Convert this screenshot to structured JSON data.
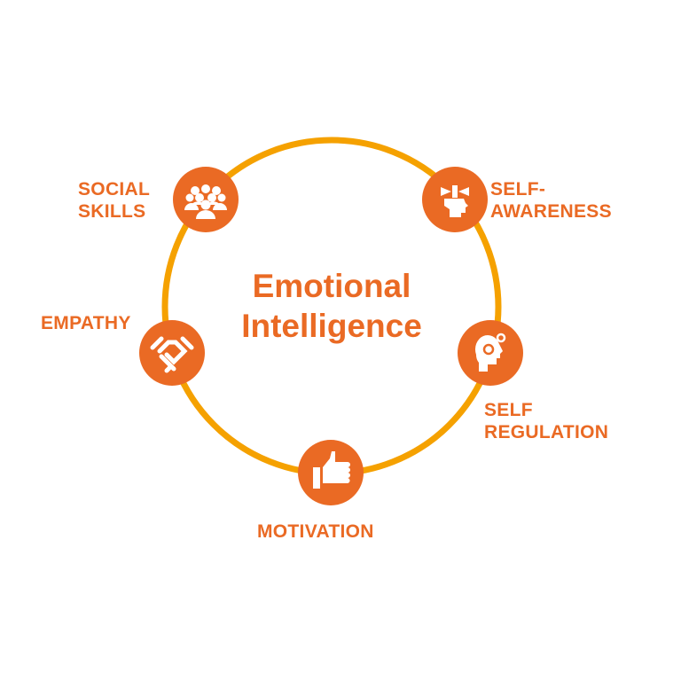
{
  "title": {
    "line1": "Emotional",
    "line2": "Intelligence"
  },
  "colors": {
    "accent": "#EA6A24",
    "ring": "#F5A100"
  },
  "nodes": [
    {
      "line1": "SOCIAL",
      "line2": "SKILLS",
      "icon": "group-people-icon"
    },
    {
      "line1": "SELF-",
      "line2": "AWARENESS",
      "icon": "lighthouse-head-icon"
    },
    {
      "line1": "EMPATHY",
      "line2": "",
      "icon": "handshake-icon"
    },
    {
      "line1": "SELF",
      "line2": "REGULATION",
      "icon": "head-gears-icon"
    },
    {
      "line1": "MOTIVATION",
      "line2": "",
      "icon": "thumbs-up-icon"
    }
  ]
}
